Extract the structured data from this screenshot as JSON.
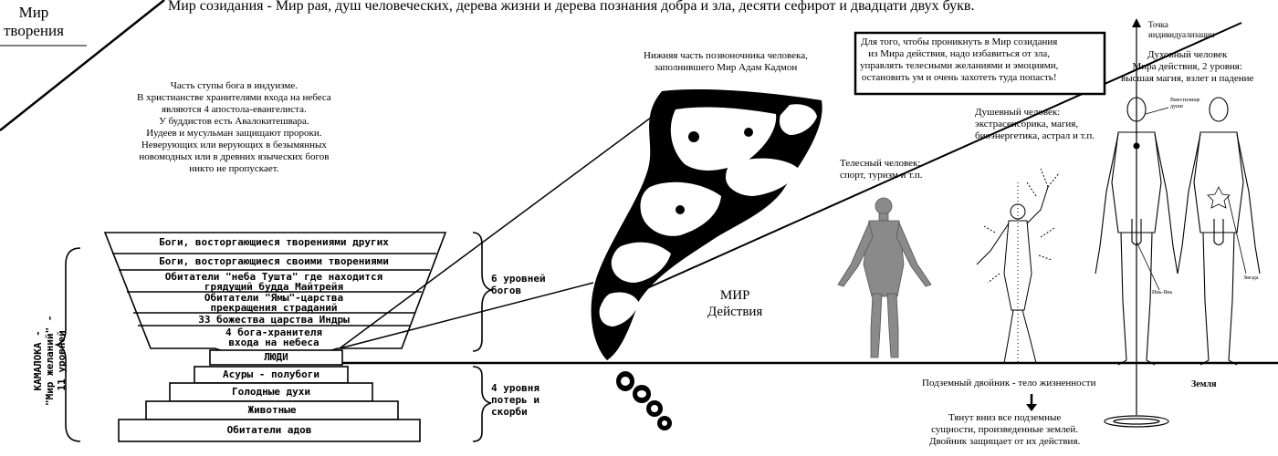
{
  "corner_label": "Мир\nтворения",
  "top_title": "Мир созидания - Мир рая, душ человеческих, дерева жизни и дерева познания добра и зла, десяти сефирот и двадцати двух букв.",
  "left_text": "Часть ступы бога в индуизме.\nВ христианстве хранителями входа на небеса\nявляются 4 апостола-евангелиста.\nУ буддистов есть Авалокитешвара.\nИудеев и мусульман защищают пророки.\nНеверующих или верующих в безымянных\nновомодных или в древних языческих богов\nникто не пропускает.",
  "spine_caption": "Нижняя часть позвоночника человека,\nзаполнившего Мир Адам Кадмон",
  "boxed_text": "Для того, чтобы проникнуть в Мир созидания\nиз Мира действия, надо избавиться от зла,\nуправлять телесными желаниями и эмоциями,\nостановить ум и очень захотеть туда попасть!",
  "individualization_point": "Точка\nиндивидуализации",
  "spiritual_man": "Духовный человек\nМира действия, 2 уровня:\nвысшая магия, взлет и падение",
  "soul_man": "Душевный человек:\nэкстрасенсорика, магия,\nбиоэнергетика, астрал и т.п.",
  "bodily_man": "Телесный человек:\nспорт, туризм и т.п.",
  "action_world": "МИР\nДействия",
  "kamaloka_label": "КАМАЛОКА -\n\"Мир желаний\" -\n11 уровней",
  "upper_tiers": [
    "Боги, восторгающиеся творениями других",
    "Боги, восторгающиеся своими творениями",
    "Обитатели \"неба Тушта\" где находится\nгрядущий будда Майтрейя",
    "Обитатели \"Ямы\"-царства\nпрекращения страданий",
    "33 божества царства Индры",
    "4 бога-хранителя\nвхода на небеса"
  ],
  "people_tier": "ЛЮДИ",
  "lower_tiers": [
    "Асуры - полубоги",
    "Голодные духи",
    "Животные",
    "Обитатели адов"
  ],
  "six_levels": "6 уровней\nбогов",
  "four_levels": "4 уровня\nпотерь и\nскорби",
  "underground_double": "Подземный двойник - тело жизненности",
  "underground_text": "Тянут вниз все подземные\nсущности, произведенные землей.\nДвойник защищает от их действия.",
  "earth_label": "Земля",
  "figure_labels": {
    "soul_vessel": "Вместилище\nдуши",
    "yin_yang": "Инь-Янь",
    "star": "Звезда"
  },
  "colors": {
    "ink": "#000000",
    "paper": "#ffffff",
    "body_gray": "#8a8a8a"
  }
}
